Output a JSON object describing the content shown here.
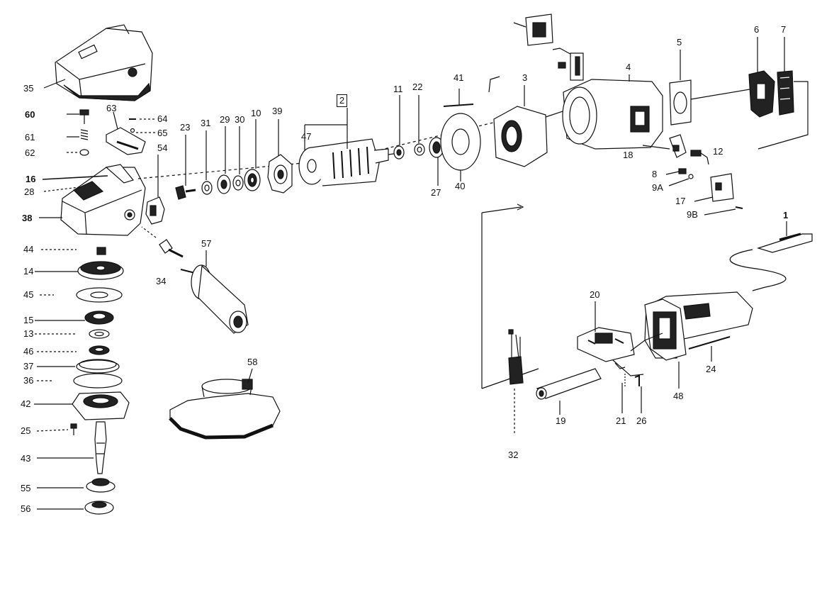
{
  "diagram": {
    "part_numbers": [
      "35",
      "60",
      "61",
      "62",
      "63",
      "64",
      "65",
      "16",
      "28",
      "38",
      "54",
      "23",
      "31",
      "29",
      "30",
      "10",
      "39",
      "47",
      "2",
      "11",
      "22",
      "41",
      "3",
      "27",
      "40",
      "4",
      "5",
      "6",
      "7",
      "18",
      "12",
      "8",
      "9A",
      "17",
      "9B",
      "1",
      "44",
      "14",
      "45",
      "15",
      "13",
      "46",
      "37",
      "36",
      "42",
      "25",
      "43",
      "55",
      "56",
      "34",
      "57",
      "58",
      "20",
      "24",
      "48",
      "19",
      "21",
      "26",
      "32"
    ]
  }
}
